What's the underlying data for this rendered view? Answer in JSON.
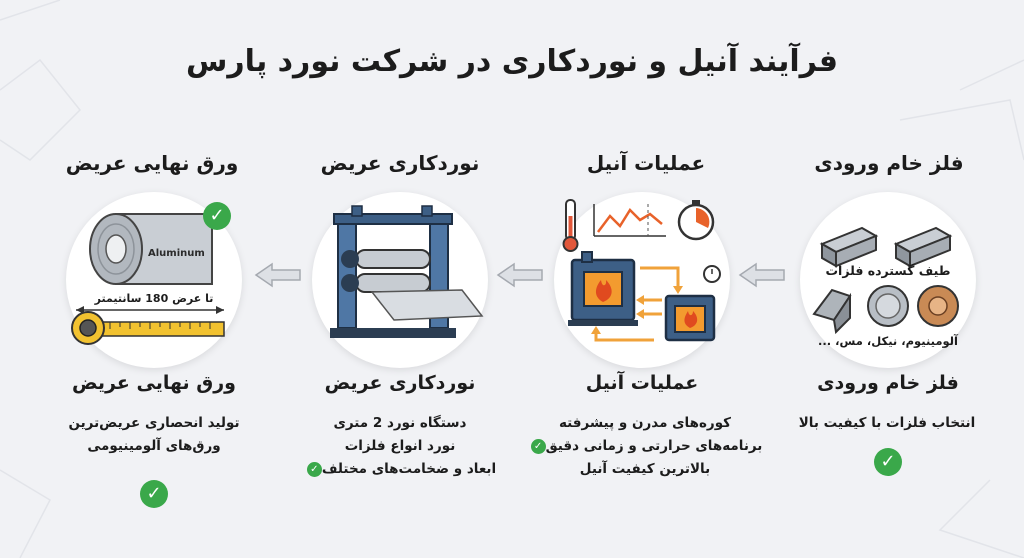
{
  "title": "فرآیند آنیل و نوردکاری در شرکت نورد پارس",
  "stages": [
    {
      "heading": "فلز خام ورودی",
      "subtitle": "فلز خام ورودی",
      "circle_label": "طیف گسترده فلزات",
      "circle_caption": "آلومینیوم، نیکل، مس، ...",
      "desc": [
        "انتخاب فلزات با کیفیت بالا"
      ],
      "icon": "metal-ingots-icon"
    },
    {
      "heading": "عملیات آنیل",
      "subtitle": "عملیات آنیل",
      "desc": [
        "کوره‌های مدرن و پیشرفته",
        "برنامه‌های حرارتی و زمانی دقیق",
        "بالاترین کیفیت آنیل"
      ],
      "icon": "furnace-icon"
    },
    {
      "heading": "نوردکاری عریض",
      "subtitle": "نوردکاری عریض",
      "desc": [
        "دستگاه نورد 2 متری",
        "نورد انواع فلزات",
        "ابعاد و ضخامت‌های مختلف"
      ],
      "icon": "rolling-mill-icon"
    },
    {
      "heading": "ورق نهایی عریض",
      "subtitle": "ورق نهایی عریض",
      "coil_label": "Aluminum",
      "width_label": "تا عرض 180 سانتیمتر",
      "desc": [
        "تولید انحصاری عریض‌ترین",
        "ورق‌های آلومینیومی"
      ],
      "icon": "aluminum-coil-icon"
    }
  ],
  "check_symbol": "✓",
  "colors": {
    "check": "#3aa84a",
    "steel": "#3d5f86",
    "fire": "#e8622a",
    "heat": "#f0a23a"
  }
}
